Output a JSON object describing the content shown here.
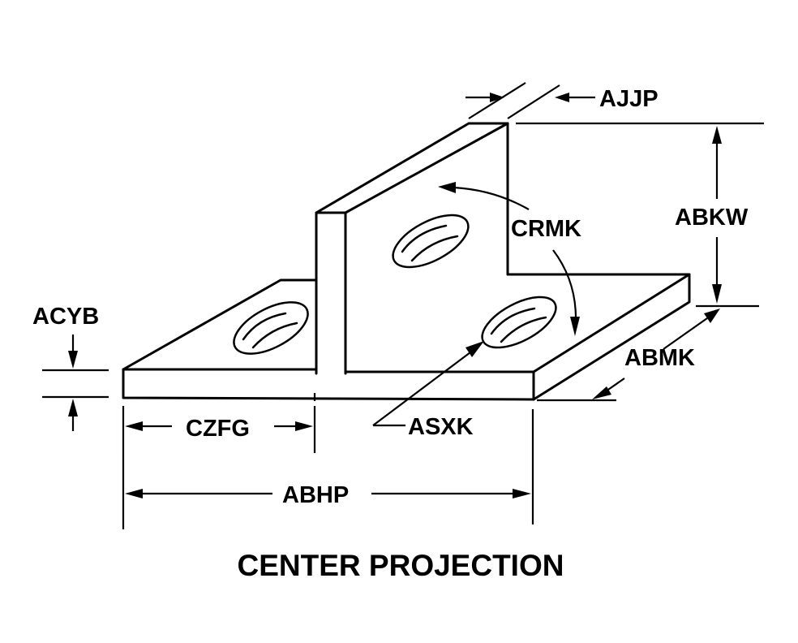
{
  "labels": {
    "ajjp": "AJJP",
    "abkw": "ABKW",
    "crmk": "CRMK",
    "acyb": "ACYB",
    "abmk": "ABMK",
    "czfg": "CZFG",
    "asxk": "ASXK",
    "abhp": "ABHP"
  },
  "caption": "CENTER PROJECTION"
}
